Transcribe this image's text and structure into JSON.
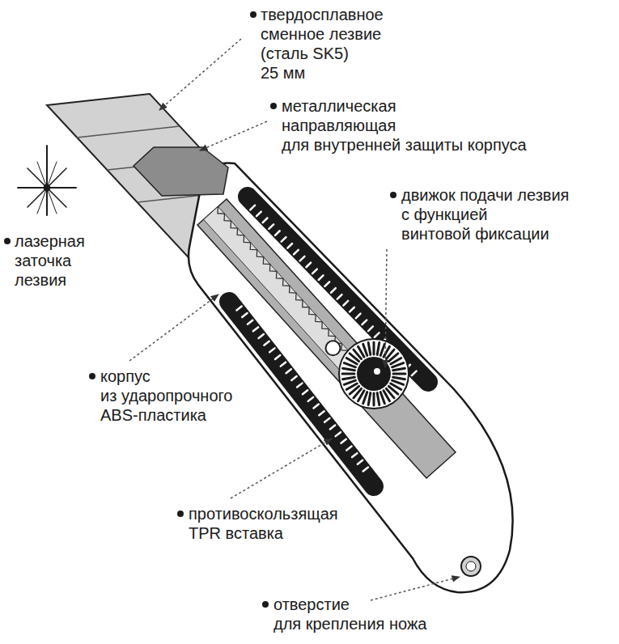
{
  "diagram": {
    "labels": [
      "твердосплавное сменное лезвие (сталь SK5) 25 мм",
      "металлическая направляющая для внутренней защиты корпуса",
      "движок подачи лезвия с функцией винтовой фиксации",
      "лазерная заточка лезвия",
      "корпус из ударопрочного ABS-пластика",
      "противоскользящая TPR вставка",
      "отверстие для крепления ножа"
    ]
  }
}
